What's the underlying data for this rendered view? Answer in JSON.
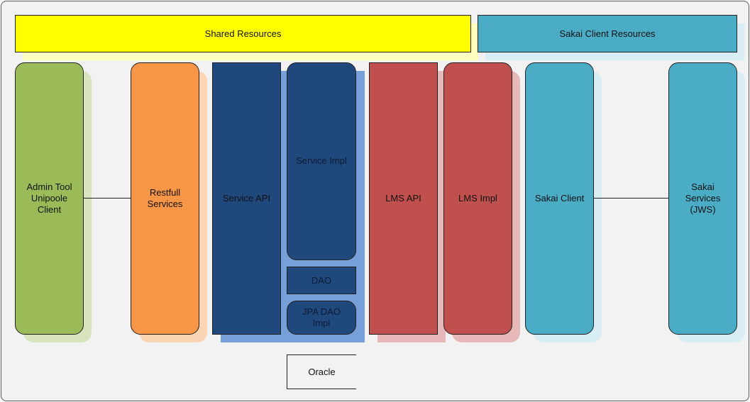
{
  "shared_resources": "Shared Resources",
  "sakai_client_resources": "Sakai Client Resources",
  "admin_tool": "Admin Tool\nUnipoole\nClient",
  "restfull": "Restfull\nServices",
  "service_api": "Service API",
  "service_impl": "Service Impl",
  "dao": "DAO",
  "jpa_dao": "JPA DAO\nImpl",
  "lms_api": "LMS API",
  "lms_impl": "LMS Impl",
  "sakai_client": "Sakai Client",
  "sakai_services": "Sakai\nServices\n(JWS)",
  "oracle": "Oracle",
  "colors": {
    "yellow": "#ffff00",
    "blue_light": "#4bacc6",
    "green": "#9bbb59",
    "orange": "#f79646",
    "navy": "#1f497d",
    "red": "#c0504d"
  }
}
